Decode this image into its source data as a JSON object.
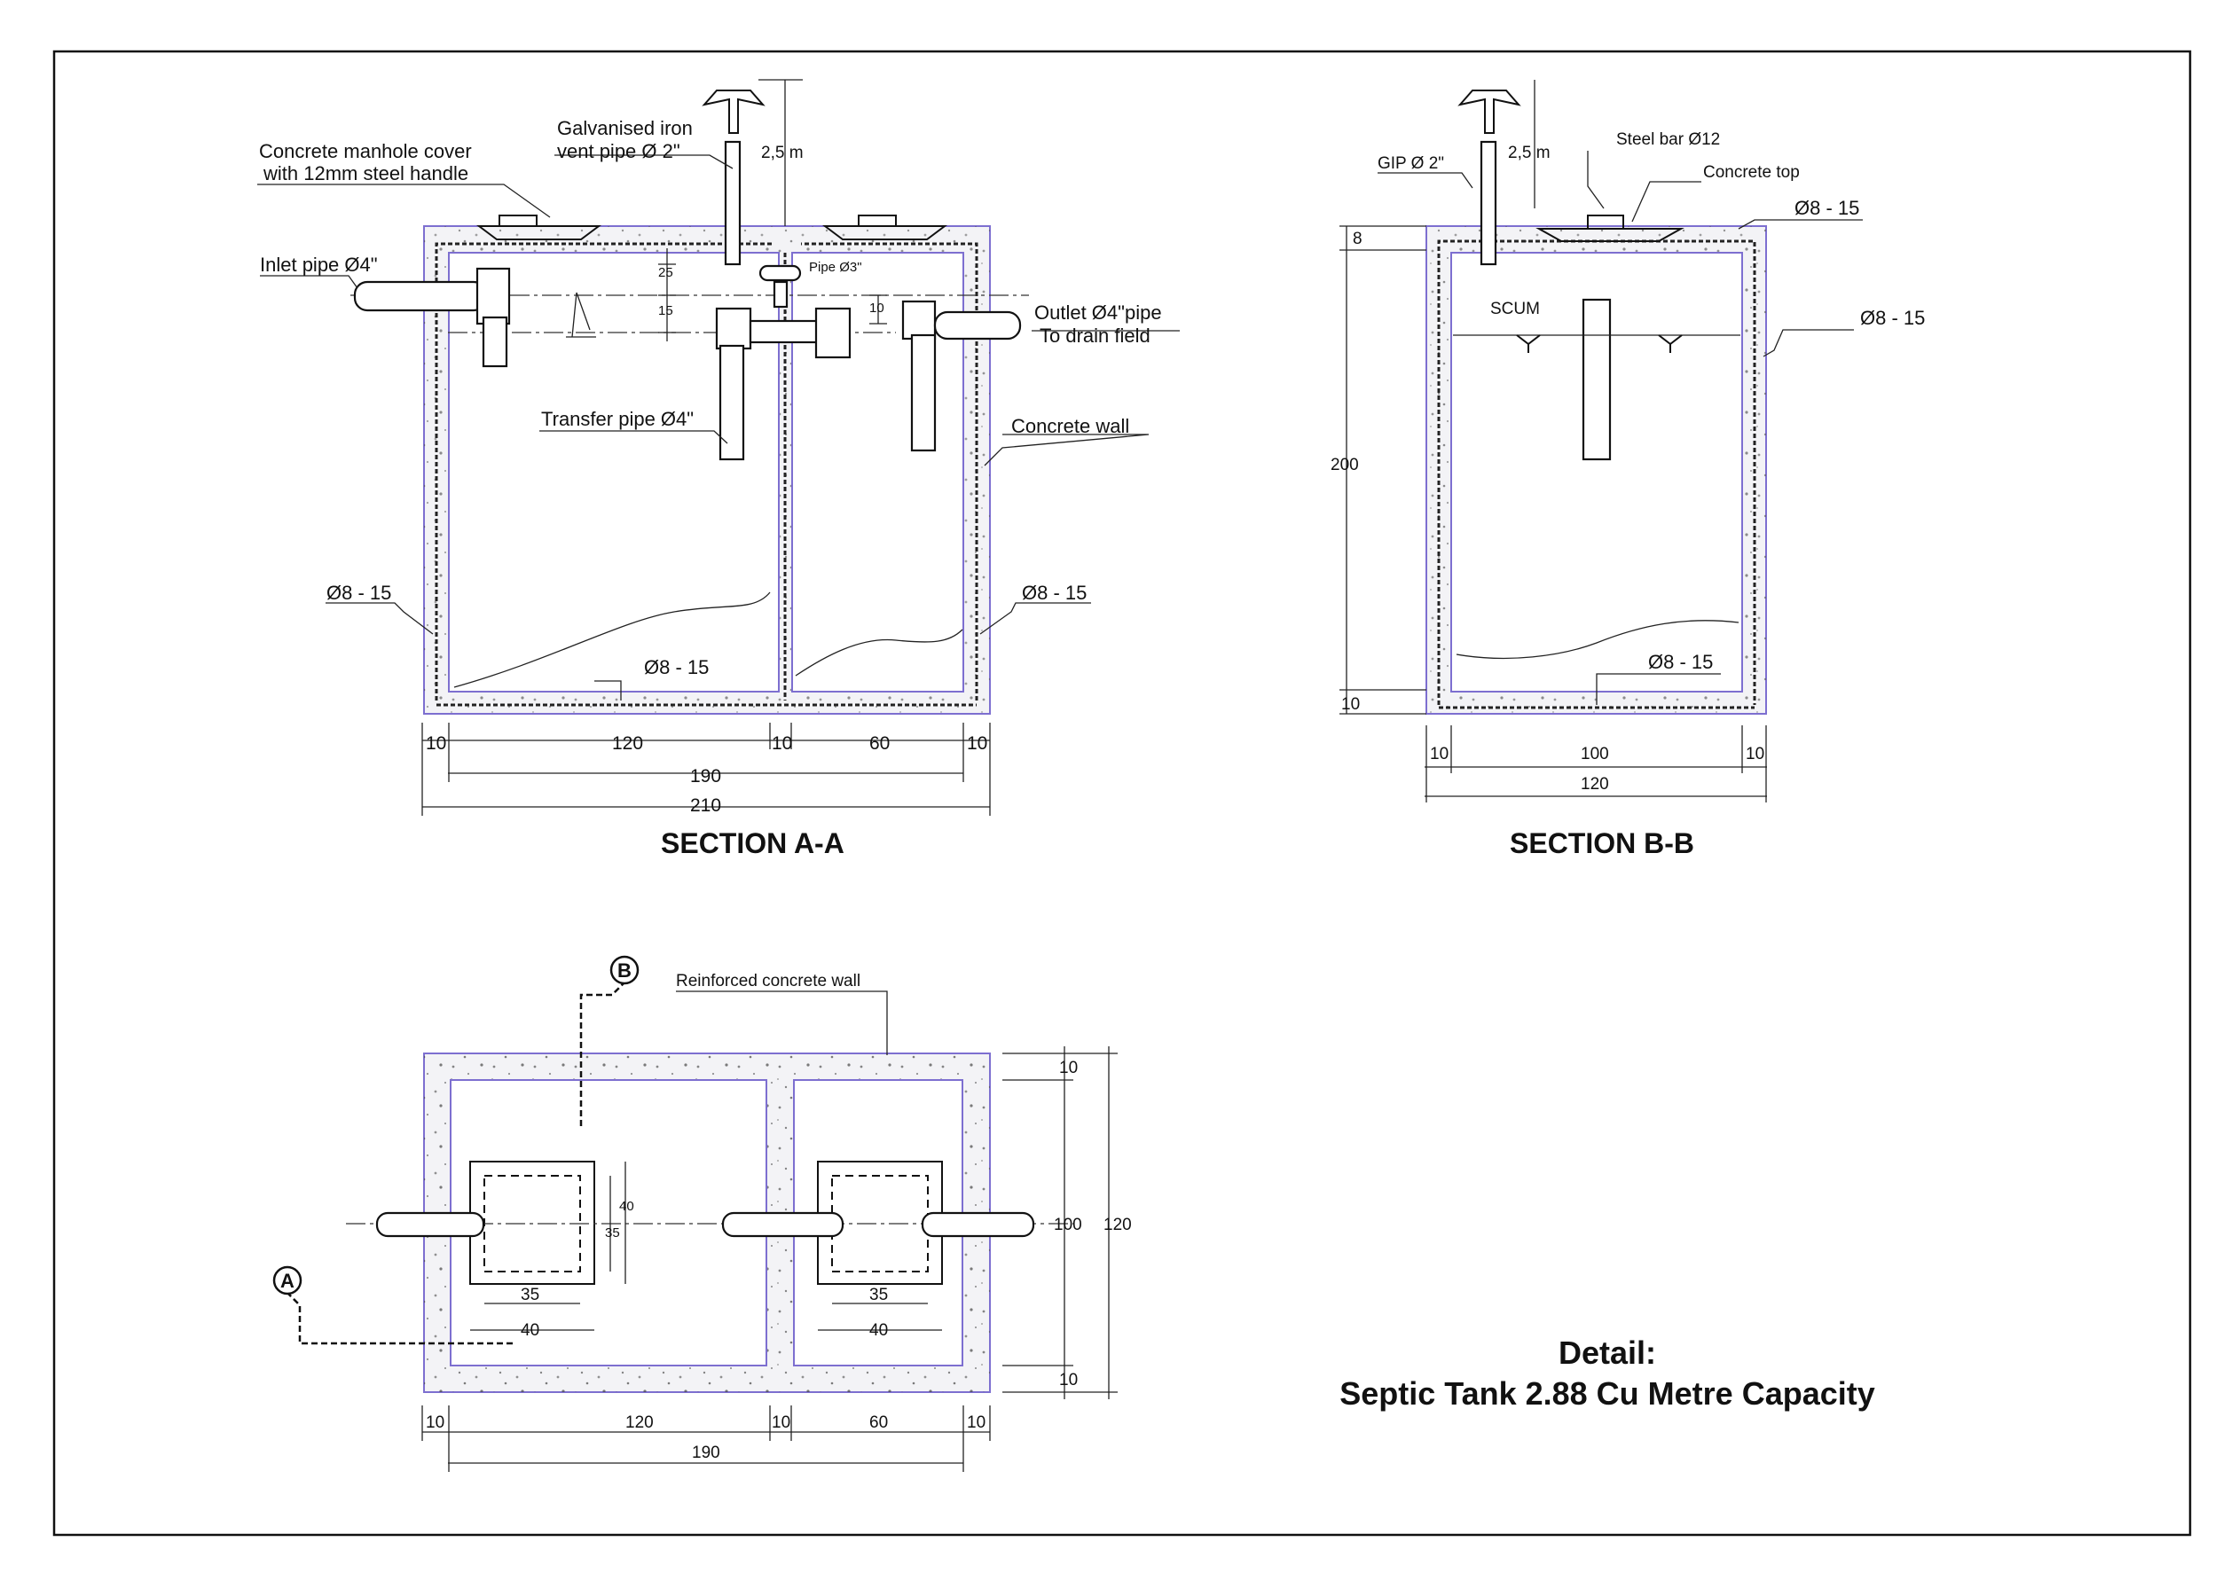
{
  "section_aa": {
    "title": "SECTION A-A",
    "labels": {
      "manhole_cover": [
        "Concrete manhole cover",
        "with 12mm steel handle"
      ],
      "vent_pipe": [
        "Galvanised iron",
        "vent pipe  Ø 2\""
      ],
      "vent_height": "2,5 m",
      "inlet_pipe": "Inlet pipe  Ø4\"",
      "pipe_3": "Pipe Ø3\"",
      "outlet_pipe": [
        "Outlet  Ø4\"pipe",
        "To drain field"
      ],
      "transfer_pipe": "Transfer pipe Ø4\"",
      "concrete_wall": "Concrete wall",
      "rebar_left": "Ø8 - 15",
      "rebar_right": "Ø8 - 15",
      "rebar_bottom": "Ø8 - 15",
      "level_25": "25",
      "level_15": "15",
      "level_10": "10"
    },
    "dims": {
      "wall_l": "10",
      "chamber_1": "120",
      "wall_mid": "10",
      "chamber_2": "60",
      "wall_r": "10",
      "inner_total": "190",
      "outer_total": "210"
    }
  },
  "section_bb": {
    "title": "SECTION B-B",
    "labels": {
      "gip": "GIP Ø 2\"",
      "vent_height": "2,5 m",
      "steel_bar": "Steel bar Ø12",
      "concrete_top": "Concrete top",
      "rebar_top": "Ø8 - 15",
      "rebar_side": "Ø8 - 15",
      "rebar_bottom": "Ø8 - 15",
      "scum": "SCUM"
    },
    "dims": {
      "top_slab": "8",
      "height": "200",
      "base": "10",
      "wall_l": "10",
      "inner_width": "100",
      "wall_r": "10",
      "outer_width": "120"
    }
  },
  "plan": {
    "labels": {
      "reinforced_wall": "Reinforced concrete wall",
      "marker_a": "A",
      "marker_b": "B"
    },
    "dims": {
      "hatch_35_a": "35",
      "hatch_40_a": "40",
      "hatch_35_b": "35",
      "hatch_40_b": "40",
      "hatch_v40": "40",
      "hatch_v35": "35",
      "wall_top": "10",
      "wall_bottom": "10",
      "inner_height": "100",
      "outer_height": "120",
      "wall_l": "10",
      "chamber_1": "120",
      "wall_mid": "10",
      "chamber_2": "60",
      "wall_r": "10",
      "total": "190"
    }
  },
  "detail": {
    "line1": "Detail:",
    "line2": "Septic Tank 2.88 Cu Metre Capacity"
  }
}
